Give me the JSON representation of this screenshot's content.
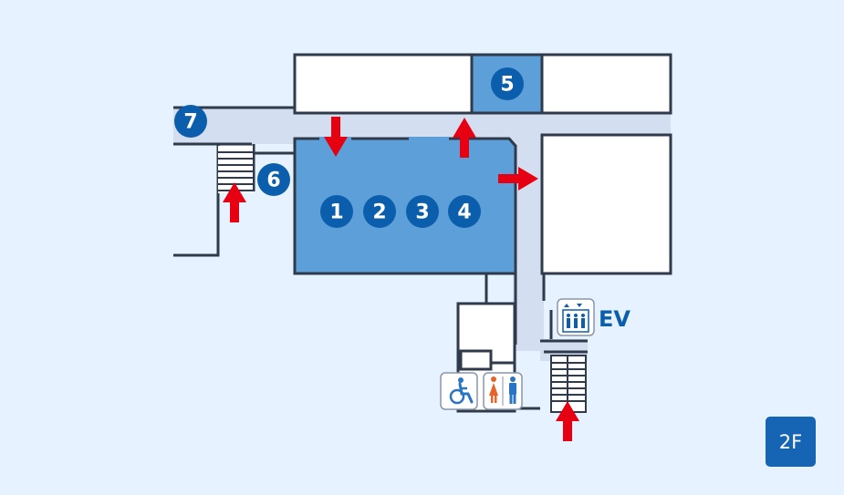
{
  "floor": {
    "label": "2F"
  },
  "rooms": {
    "main_hall_numbers": [
      "1",
      "2",
      "3",
      "4"
    ],
    "room5": "5",
    "room6": "6",
    "room7": "7"
  },
  "facilities": {
    "elevator": {
      "label": "EV",
      "icon": "elevator-icon"
    },
    "accessible_toilet": {
      "icon": "wheelchair-icon"
    },
    "restroom": {
      "icon": "restroom-icon"
    },
    "stairs": {
      "icon": "stairs-icon"
    }
  },
  "colors": {
    "background": "#e6f2ff",
    "corridor": "#d4def1",
    "highlight_room": "#5c9fd9",
    "room": "#ffffff",
    "wall": "#2f3a4a",
    "marker": "#0b5eab",
    "arrow": "#e60012",
    "floor_badge": "#1565b4",
    "restroom_female": "#e8632a",
    "restroom_male": "#2a74c4"
  }
}
